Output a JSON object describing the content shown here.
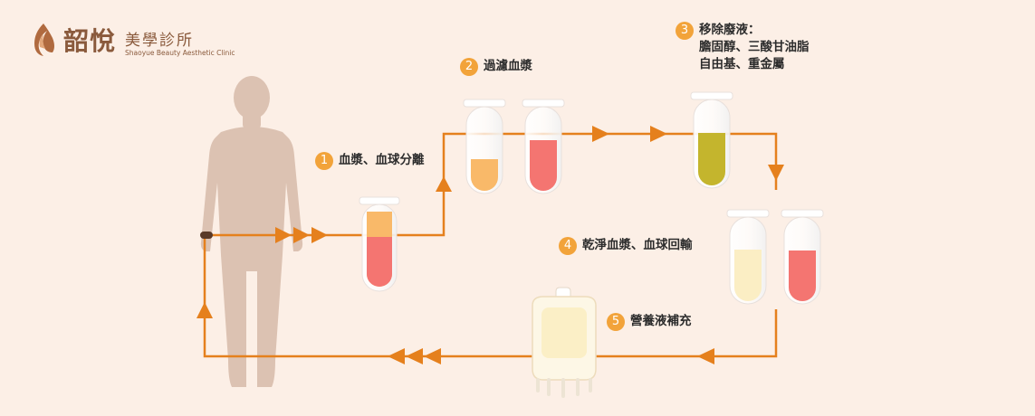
{
  "brand": {
    "name_main": "韶悅",
    "name_sub": "美學診所",
    "name_en": "Shaoyue Beauty Aesthetic Clinic"
  },
  "steps": [
    {
      "number": "1",
      "label": "血漿、血球分離"
    },
    {
      "number": "2",
      "label": "過濾血漿"
    },
    {
      "number": "3",
      "label": "移除廢液：",
      "details": [
        "膽固醇、三酸甘油脂",
        "自由基、重金屬"
      ]
    },
    {
      "number": "4",
      "label": "乾淨血漿、血球回輸"
    },
    {
      "number": "5",
      "label": "營養液補充"
    }
  ],
  "colors": {
    "background": "#fcefe6",
    "flow_line": "#e5801d",
    "badge": "#f2a33a",
    "silhouette": "#dcc2b2",
    "plasma": "#f9b969",
    "blood": "#f47571",
    "waste": "#c4b52d",
    "clean_plasma": "#fbeec4",
    "brand": "#8a5a3c"
  }
}
